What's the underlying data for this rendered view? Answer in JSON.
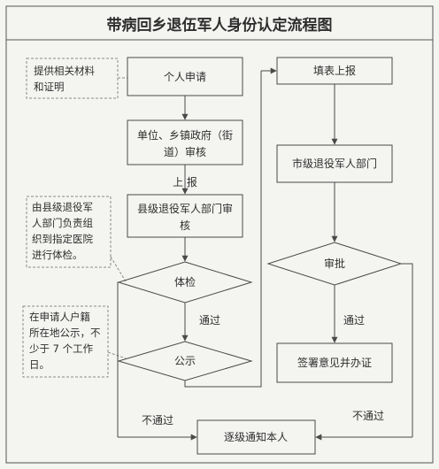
{
  "title": "带病回乡退伍军人身份认定流程图",
  "colors": {
    "background": "#f4f4f1",
    "line": "#4a4a4a",
    "note_border": "#8a8a8a",
    "text": "#2e2e2e"
  },
  "nodes": {
    "apply": "个人申请",
    "unit_review_line1": "单位、乡镇政府（街",
    "unit_review_line2": "道）审核",
    "county_dept_line1": "县级退役军人部门审",
    "county_dept_line2": "核",
    "physical_exam": "体检",
    "publicity": "公示",
    "notify": "逐级通知本人",
    "fill_form": "填表上报",
    "city_dept": "市级退役军人部门",
    "approval": "审批",
    "sign_opinion": "签署意见并办证"
  },
  "notes": {
    "materials": [
      "提供相关材料",
      "和证明"
    ],
    "exam_org": [
      "由县级退役军",
      "人部门负责组",
      "织到指定医院",
      "进行体检。"
    ],
    "publicity_rule": [
      "在申请人户籍",
      "所在地公示，不",
      "少于 7 个工作",
      "日。"
    ]
  },
  "edge_labels": {
    "report_up": "上  报",
    "pass_exam": "通过",
    "fail_left": "不通过",
    "pass_approval": "通过",
    "fail_right": "不通过"
  }
}
